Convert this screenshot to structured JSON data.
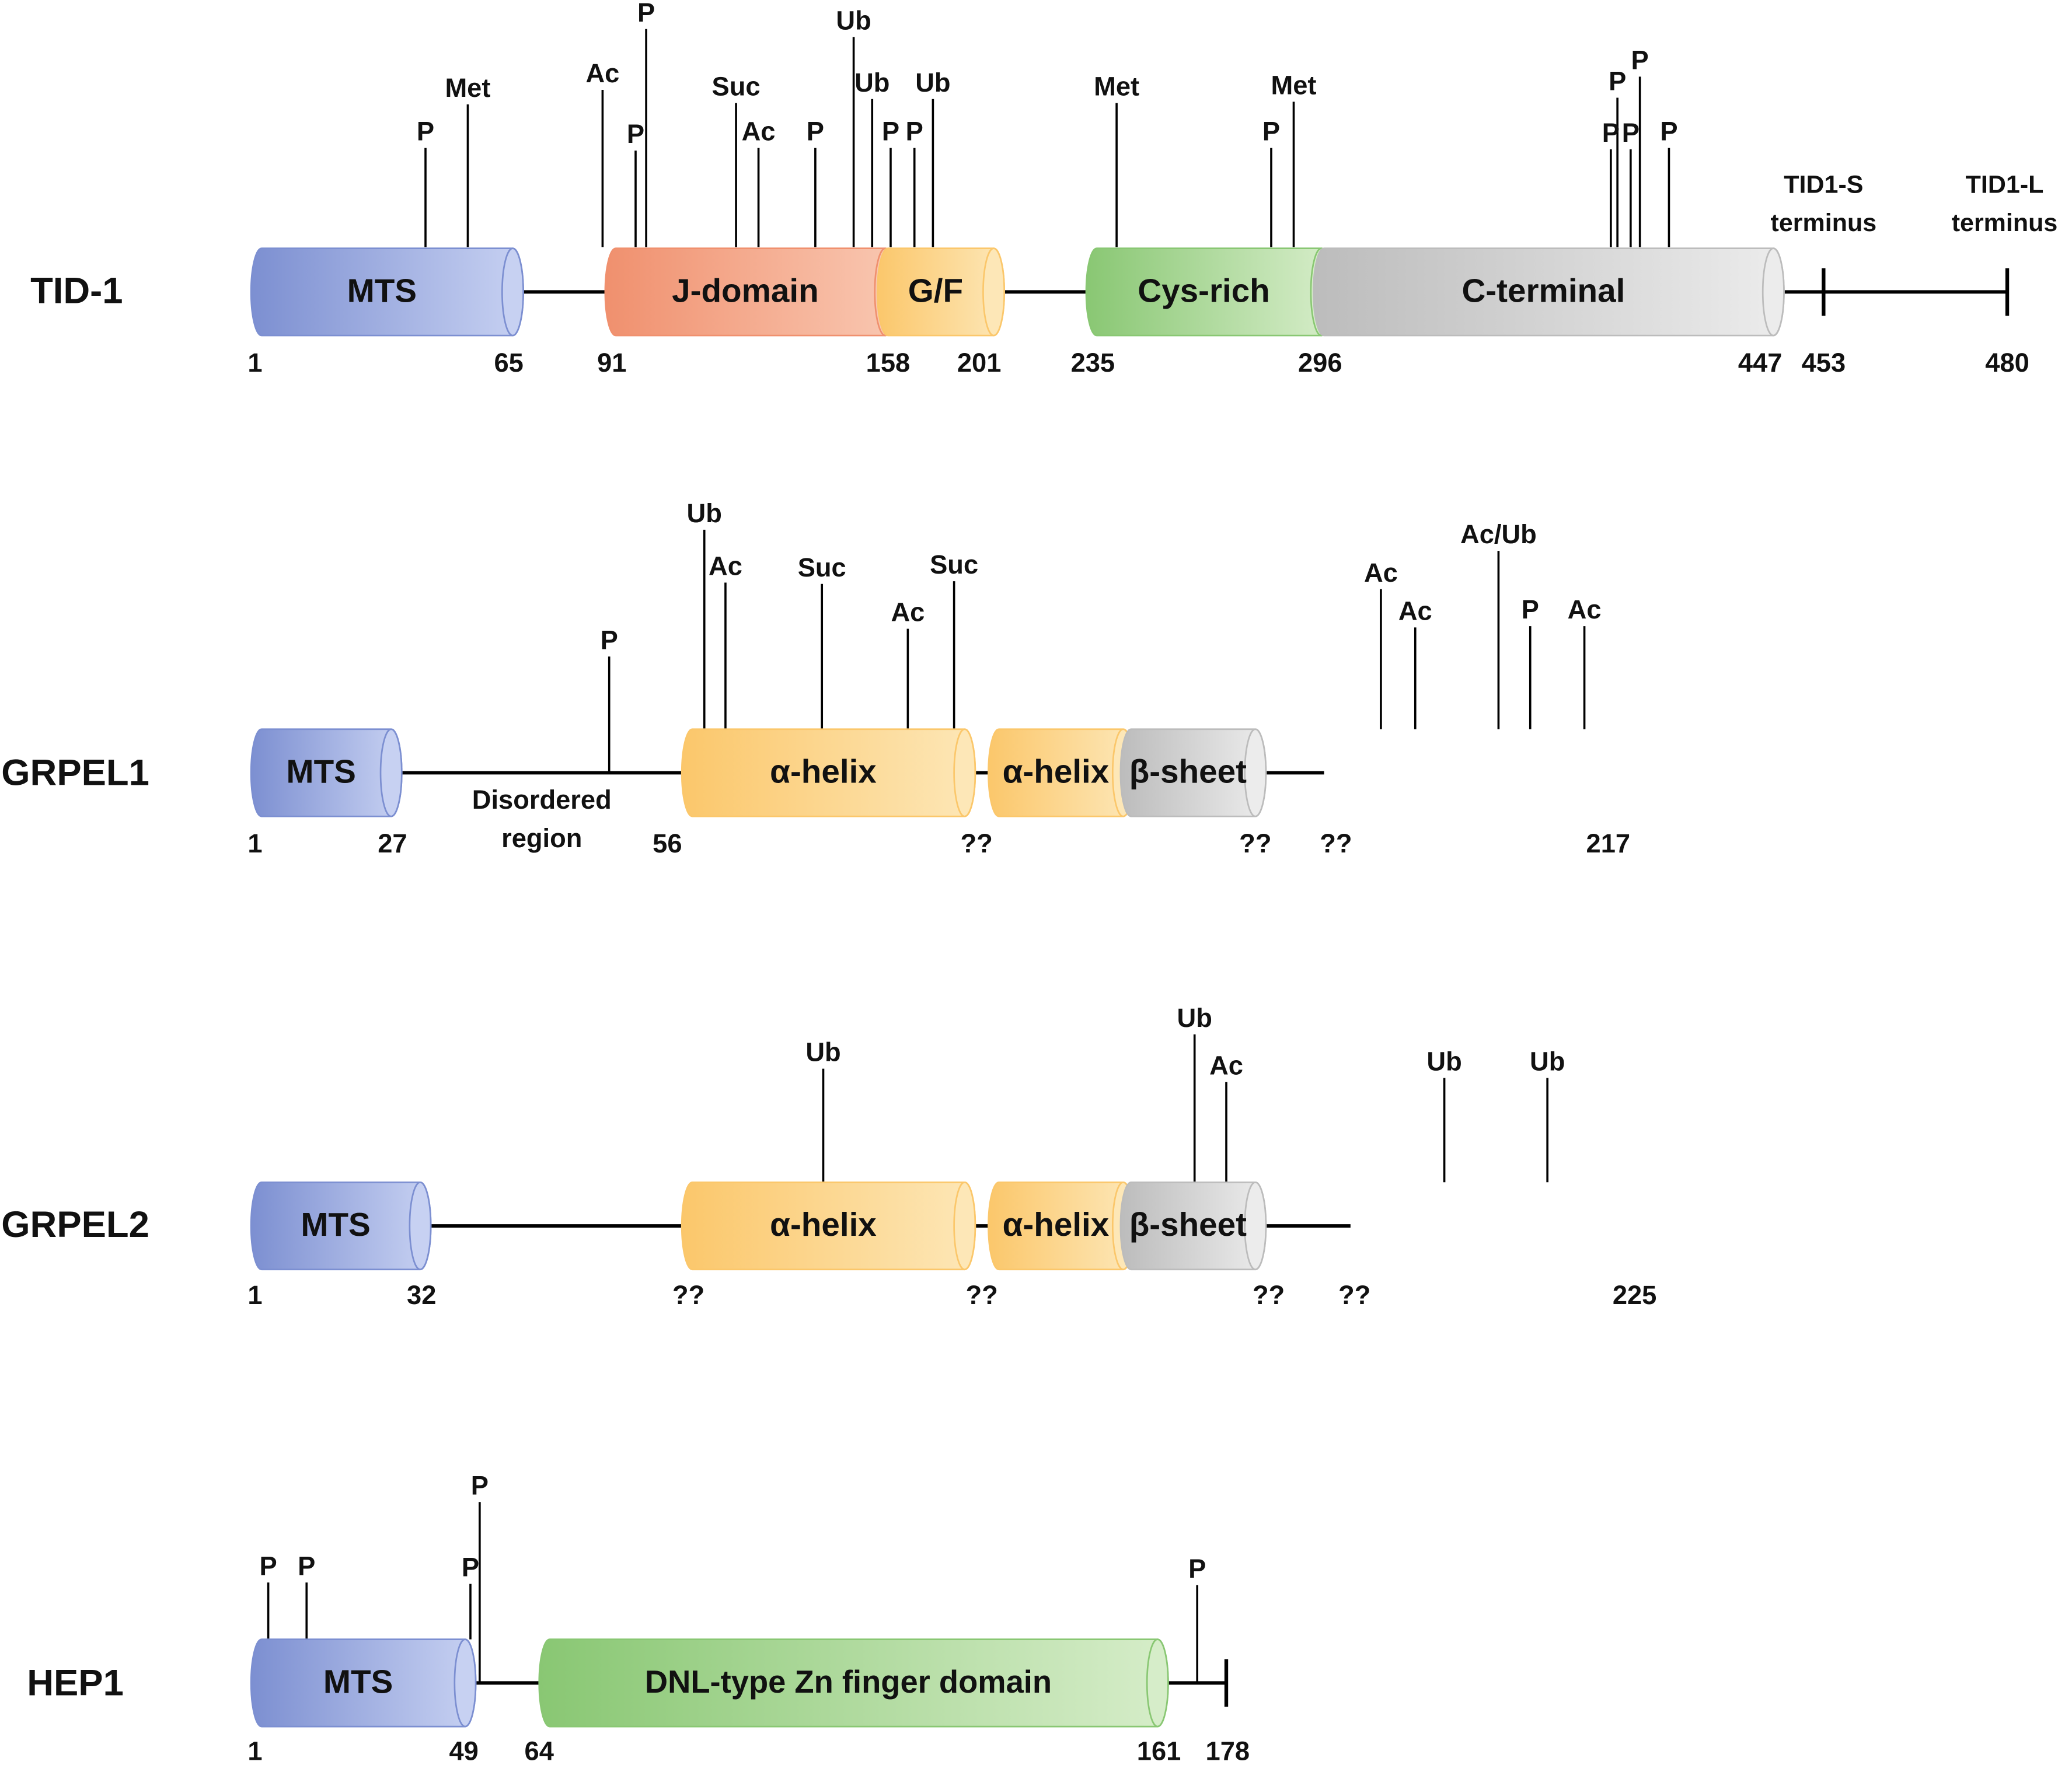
{
  "colors": {
    "mts": [
      "#7c8fd1",
      "#c7d1f2"
    ],
    "jdomain": [
      "#f0906e",
      "#f9c7b1"
    ],
    "yellow": [
      "#fbc76b",
      "#fde7b7"
    ],
    "green": [
      "#89c773",
      "#d6edc9"
    ],
    "grey": [
      "#bcbcbc",
      "#ececec"
    ],
    "line": "#000000",
    "ptm_highlight": "#c00000"
  },
  "proteins": [
    {
      "name": "TID-1",
      "domains": [
        {
          "label": "MTS",
          "start": "1",
          "end": "65",
          "color": "mts"
        },
        {
          "label": "J-domain",
          "start": "91",
          "end": "158",
          "color": "jdomain"
        },
        {
          "label": "G/F",
          "start": "158",
          "end": "201",
          "color": "yellow"
        },
        {
          "label": "Cys-rich",
          "start": "235",
          "end": "296",
          "color": "green"
        },
        {
          "label": "C-terminal",
          "start": "296",
          "end": "447",
          "color": "grey"
        }
      ],
      "positions": [
        "1",
        "65",
        "91",
        "158",
        "201",
        "235",
        "296",
        "447",
        "453",
        "480"
      ],
      "termini": [
        {
          "line1": "TID1-S",
          "line2": "terminus",
          "position": "453"
        },
        {
          "line1": "TID1-L",
          "line2": "terminus",
          "position": "480"
        }
      ],
      "ptms": [
        {
          "label": "P"
        },
        {
          "label": "Met"
        },
        {
          "label": "Ac"
        },
        {
          "label": "P"
        },
        {
          "label": "P"
        },
        {
          "label": "Suc"
        },
        {
          "label": "Ac"
        },
        {
          "label": "P"
        },
        {
          "label": "Ub"
        },
        {
          "label": "Ub"
        },
        {
          "label": "P"
        },
        {
          "label": "P"
        },
        {
          "label": "Ub"
        },
        {
          "label": "Met"
        },
        {
          "label": "P",
          "highlight": true
        },
        {
          "label": "Met"
        },
        {
          "label": "P"
        },
        {
          "label": "P"
        },
        {
          "label": "P"
        },
        {
          "label": "P"
        },
        {
          "label": "P"
        }
      ]
    },
    {
      "name": "GRPEL1",
      "domains": [
        {
          "label": "MTS",
          "start": "1",
          "end": "27",
          "color": "mts"
        },
        {
          "label": "α-helix",
          "start": "56",
          "end": "??",
          "color": "yellow"
        },
        {
          "label": "α-helix",
          "start": "",
          "end": "??",
          "color": "yellow"
        },
        {
          "label": "β-sheet",
          "start": "??",
          "end": "217",
          "color": "grey"
        }
      ],
      "region": {
        "line1": "Disordered",
        "line2": "region"
      },
      "positions": [
        "1",
        "27",
        "56",
        "??",
        "??",
        "??",
        "217"
      ],
      "ptms": [
        {
          "label": "P"
        },
        {
          "label": "Ub"
        },
        {
          "label": "Ac"
        },
        {
          "label": "Suc"
        },
        {
          "label": "Ac",
          "highlight": true
        },
        {
          "label": "Suc"
        },
        {
          "label": "Ac"
        },
        {
          "label": "Ac"
        },
        {
          "label": "Ac/Ub"
        },
        {
          "label": "P"
        },
        {
          "label": "Ac"
        }
      ]
    },
    {
      "name": "GRPEL2",
      "domains": [
        {
          "label": "MTS",
          "start": "1",
          "end": "32",
          "color": "mts"
        },
        {
          "label": "α-helix",
          "start": "??",
          "end": "??",
          "color": "yellow"
        },
        {
          "label": "α-helix",
          "start": "",
          "end": "??",
          "color": "yellow"
        },
        {
          "label": "β-sheet",
          "start": "??",
          "end": "225",
          "color": "grey"
        }
      ],
      "positions": [
        "1",
        "32",
        "??",
        "??",
        "??",
        "??",
        "225"
      ],
      "ptms": [
        {
          "label": "Ub"
        },
        {
          "label": "Ub"
        },
        {
          "label": "Ac"
        },
        {
          "label": "Ub"
        },
        {
          "label": "Ub"
        }
      ]
    },
    {
      "name": "HEP1",
      "domains": [
        {
          "label": "MTS",
          "start": "1",
          "end": "49",
          "color": "mts"
        },
        {
          "label": "DNL-type Zn finger domain",
          "start": "64",
          "end": "161",
          "color": "green"
        }
      ],
      "positions": [
        "1",
        "49",
        "64",
        "161",
        "178"
      ],
      "ptms": [
        {
          "label": "P"
        },
        {
          "label": "P"
        },
        {
          "label": "P"
        },
        {
          "label": "P"
        },
        {
          "label": "P"
        }
      ]
    }
  ]
}
